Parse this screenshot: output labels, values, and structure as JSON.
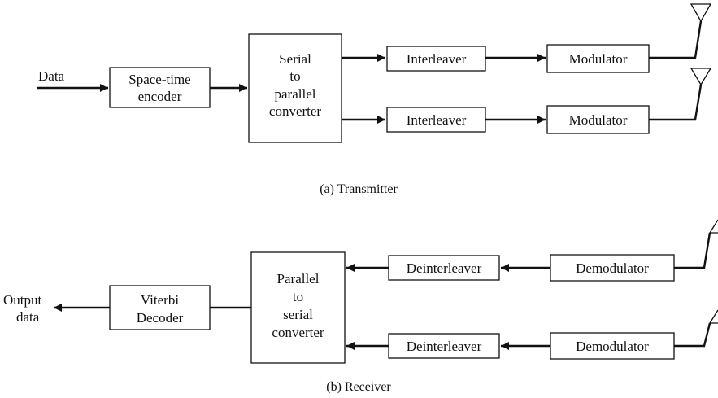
{
  "transmitter": {
    "caption": "(a) Transmitter",
    "input_label": "Data",
    "encoder": [
      "Space-time",
      "encoder"
    ],
    "s2p": [
      "Serial",
      "to",
      "parallel",
      "converter"
    ],
    "interleaver_1": "Interleaver",
    "interleaver_2": "Interleaver",
    "modulator_1": "Modulator",
    "modulator_2": "Modulator"
  },
  "receiver": {
    "caption": "(b) Receiver",
    "output_label": [
      "Output",
      "data"
    ],
    "decoder": [
      "Viterbi",
      "Decoder"
    ],
    "p2s": [
      "Parallel",
      "to",
      "serial",
      "converter"
    ],
    "deinterleaver_1": "Deinterleaver",
    "deinterleaver_2": "Deinterleaver",
    "demodulator_1": "Demodulator",
    "demodulator_2": "Demodulator"
  },
  "icons": {
    "antenna": "antenna-icon",
    "arrow": "arrow-head"
  }
}
